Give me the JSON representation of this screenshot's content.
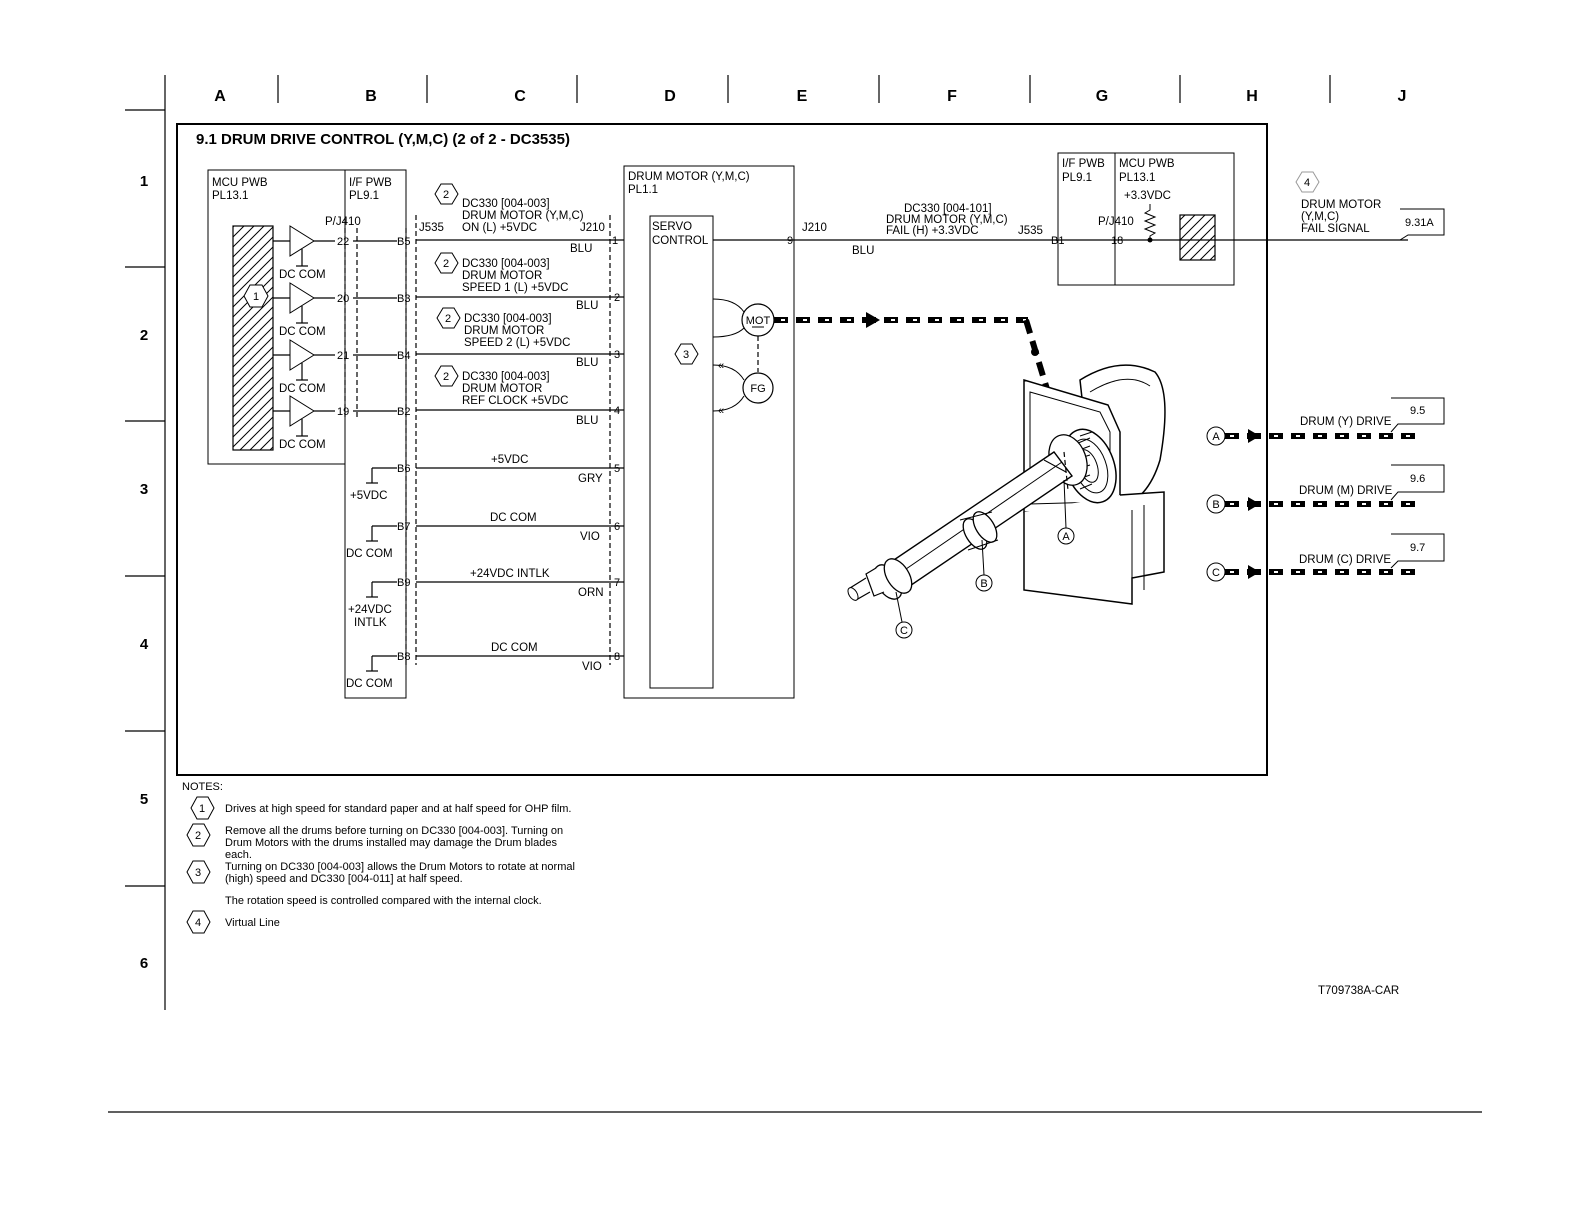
{
  "grid": {
    "columns": [
      "A",
      "B",
      "C",
      "D",
      "E",
      "F",
      "G",
      "H",
      "J"
    ],
    "rows": [
      "1",
      "2",
      "3",
      "4",
      "5",
      "6"
    ]
  },
  "title": "9.1 DRUM DRIVE CONTROL (Y,M,C) (2 of 2 - DC3535)",
  "mcu_pwb": {
    "name": "MCU PWB",
    "pl": "PL13.1",
    "note_marker": "1"
  },
  "if_pwb": {
    "name": "I/F PWB",
    "pl": "PL9.1"
  },
  "connectors": {
    "pj410": "P/J410",
    "j535": "J535",
    "j210": "J210"
  },
  "drivers": [
    {
      "pin": "22",
      "bpin": "B5",
      "gnd": "DC COM"
    },
    {
      "pin": "20",
      "bpin": "B3",
      "gnd": "DC COM"
    },
    {
      "pin": "21",
      "bpin": "B4",
      "gnd": "DC COM"
    },
    {
      "pin": "19",
      "bpin": "B2",
      "gnd": "DC COM"
    }
  ],
  "signals": [
    {
      "note": "2",
      "l1": "DC330 [004-003]",
      "l2": "DRUM MOTOR (Y,M,C)",
      "l3": "ON (L) +5VDC",
      "wire": "BLU",
      "mpin": "1"
    },
    {
      "note": "2",
      "l1": "DC330 [004-003]",
      "l2": "DRUM MOTOR",
      "l3": "SPEED 1 (L) +5VDC",
      "wire": "BLU",
      "mpin": "2"
    },
    {
      "note": "2",
      "l1": "DC330 [004-003]",
      "l2": "DRUM MOTOR",
      "l3": "SPEED 2 (L) +5VDC",
      "wire": "BLU",
      "mpin": "3"
    },
    {
      "note": "2",
      "l1": "DC330 [004-003]",
      "l2": "DRUM MOTOR",
      "l3": "REF CLOCK +5VDC",
      "wire": "BLU",
      "mpin": "4"
    }
  ],
  "power_lines": [
    {
      "bpin": "B6",
      "gnd": "+5VDC",
      "label": "+5VDC",
      "wire": "GRY",
      "mpin": "5"
    },
    {
      "bpin": "B7",
      "gnd": "DC COM",
      "label": "DC COM",
      "wire": "VIO",
      "mpin": "6"
    },
    {
      "bpin": "B9",
      "gnd": "+24VDC INTLK",
      "label": "+24VDC INTLK",
      "wire": "ORN",
      "mpin": "7"
    },
    {
      "bpin": "B8",
      "gnd": "DC COM",
      "label": "DC COM",
      "wire": "VIO",
      "mpin": "8"
    }
  ],
  "drum_motor": {
    "name": "DRUM MOTOR (Y,M,C)",
    "pl": "PL1.1",
    "servo1": "SERVO",
    "servo2": "CONTROL",
    "note_marker": "3",
    "mot": "MOT",
    "fg": "FG"
  },
  "fail_signal": {
    "mpin": "9",
    "j210": "J210",
    "wire": "BLU",
    "l1": "DC330 [004-101]",
    "l2": "DRUM MOTOR (Y,M,C)",
    "l3": "FAIL (H) +3.3VDC",
    "j535": "J535",
    "bpin": "B1",
    "pj410": "P/J410",
    "pin": "18"
  },
  "right_if_pwb": {
    "name": "I/F PWB",
    "pl": "PL9.1"
  },
  "right_mcu_pwb": {
    "name": "MCU PWB",
    "pl": "PL13.1",
    "voltage": "+3.3VDC"
  },
  "fail_output": {
    "note": "4",
    "l1": "DRUM MOTOR",
    "l2": "(Y,M,C)",
    "l3": "FAIL SIGNAL",
    "ref": "9.31A"
  },
  "drives": [
    {
      "marker": "A",
      "label": "DRUM (Y) DRIVE",
      "ref": "9.5"
    },
    {
      "marker": "B",
      "label": "DRUM (M) DRIVE",
      "ref": "9.6"
    },
    {
      "marker": "C",
      "label": "DRUM (C) DRIVE",
      "ref": "9.7"
    }
  ],
  "assembly_markers": [
    "A",
    "B",
    "C"
  ],
  "notes": {
    "header": "NOTES:",
    "n1_marker": "1",
    "n1": "Drives at high speed for standard paper and at half speed for OHP film.",
    "n2_marker": "2",
    "n2a": "Remove all the drums before turning on DC330 [004-003].  Turning on",
    "n2b": "Drum Motors with the drums installed may damage the Drum        blades",
    "n2c": "each.",
    "n3_marker": "3",
    "n3a": "Turning on DC330 [004-003] allows the Drum Motors to rotate at normal",
    "n3b": "(high) speed and DC330 [004-011] at half speed.",
    "n3c": "The rotation speed is controlled compared with the internal clock.",
    "n4_marker": "4",
    "n4": "Virtual Line"
  },
  "figure_id": "T709738A-CAR"
}
